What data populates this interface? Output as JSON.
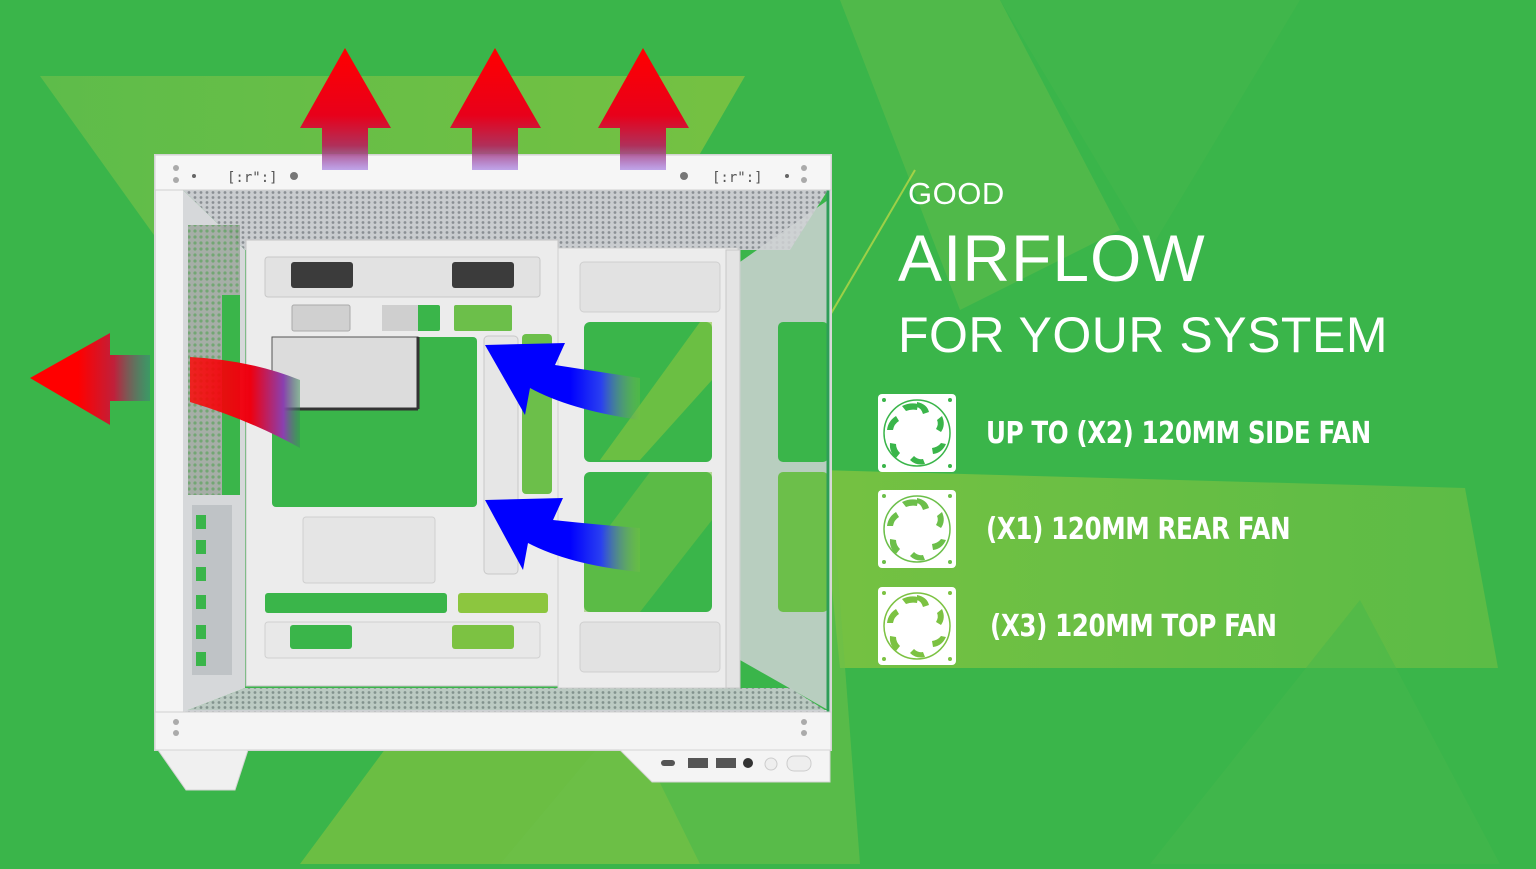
{
  "headline": {
    "line1": "GOOD",
    "line2": "AIRFLOW",
    "line3": "FOR YOUR SYSTEM"
  },
  "features": [
    {
      "icon": "fan-icon",
      "label": "UP TO (X2) 120MM SIDE FAN"
    },
    {
      "icon": "fan-icon",
      "label": "(X1) 120MM REAR FAN"
    },
    {
      "icon": "fan-icon",
      "label": "(X3) 120MM TOP FAN"
    }
  ],
  "airflow_arrows": {
    "exhaust_top_count": 3,
    "exhaust_rear_count": 1,
    "intake_side_count": 2,
    "exhaust_color": "#ff0000",
    "intake_color": "#0000ff"
  },
  "colors": {
    "background": "#3ab54a",
    "accent_light_green": "#8cc63f",
    "text": "#ffffff",
    "case_body": "#f2f2f2"
  },
  "front_io": [
    "usb-c-port",
    "usb-a-port",
    "usb-a-port",
    "audio-jack",
    "reset-button",
    "power-button"
  ]
}
